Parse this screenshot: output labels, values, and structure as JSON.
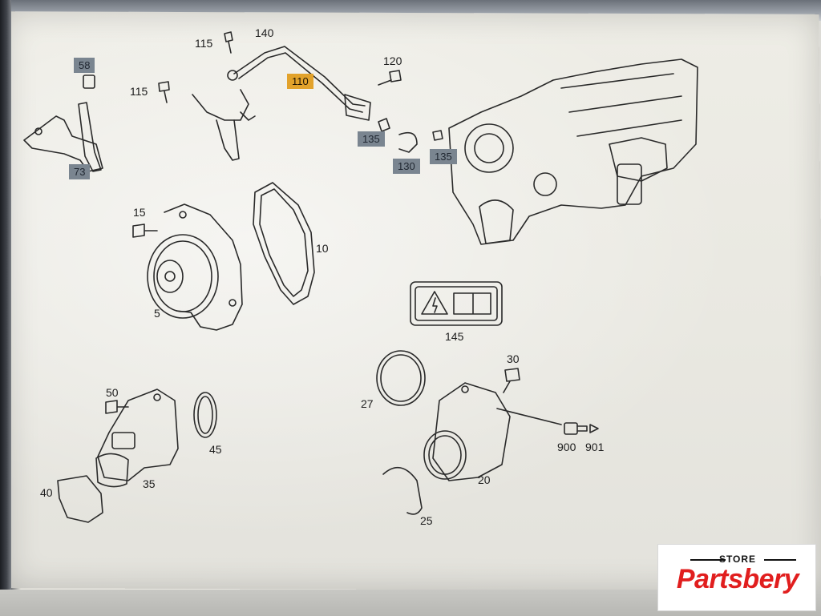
{
  "diagram": {
    "labels": {
      "l115a": "115",
      "l140": "140",
      "l115b": "115",
      "l120": "120",
      "l15": "15",
      "l10": "10",
      "l5": "5",
      "l145": "145",
      "l30": "30",
      "l27": "27",
      "l50": "50",
      "l45": "45",
      "l35": "35",
      "l40": "40",
      "l900": "900",
      "l901": "901",
      "l20": "20",
      "l25": "25"
    },
    "tags": {
      "t58": "58",
      "t73": "73",
      "t110": "110",
      "t135a": "135",
      "t130": "130",
      "t135b": "135"
    },
    "colors": {
      "tag_gray": "#7a8590",
      "tag_orange": "#e2a22b",
      "line": "#2a2a2a"
    }
  },
  "logo": {
    "store": "STORE",
    "name": "Partsbery",
    "color": "#e11e1e"
  }
}
